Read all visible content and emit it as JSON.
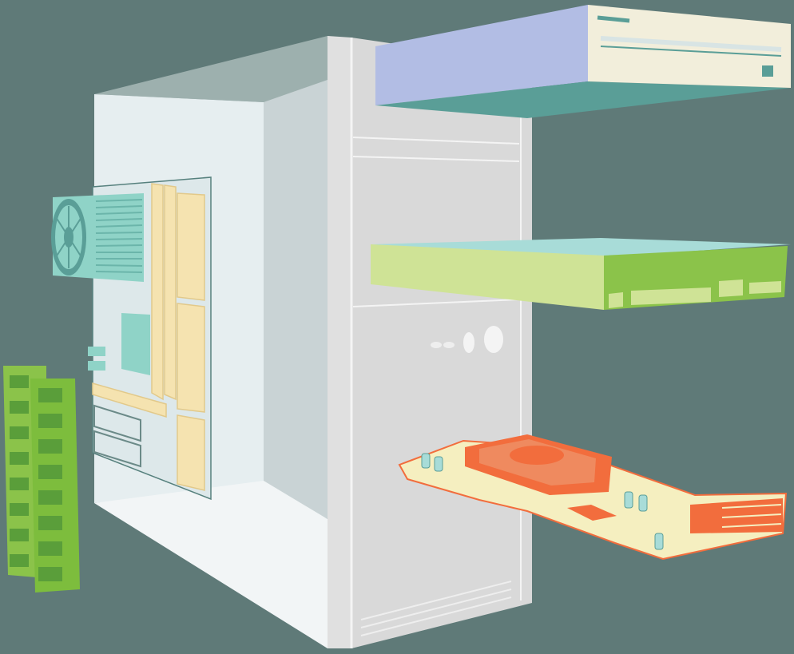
{
  "scene": {
    "subject": "exploded-pc-tower",
    "components": [
      {
        "name": "tower-case",
        "color": "#e9eeef"
      },
      {
        "name": "motherboard",
        "color": "#dde8ea"
      },
      {
        "name": "cpu-cooler",
        "color": "#8fd3c7"
      },
      {
        "name": "ram-modules",
        "color": "#8bc34a"
      },
      {
        "name": "optical-drive",
        "color": "#f2eedb"
      },
      {
        "name": "floppy-drive",
        "color": "#cfe396"
      },
      {
        "name": "graphics-card",
        "color": "#f26d3d"
      }
    ],
    "colors": {
      "background": "#5f7a78",
      "case_front": "#d9d9d9",
      "case_inner": "#e6ecee",
      "slot_yellow": "#f5e3b0",
      "teal": "#5a9e97",
      "lavender": "#b2bde4",
      "pcb_yellow": "#f5efc0"
    }
  }
}
